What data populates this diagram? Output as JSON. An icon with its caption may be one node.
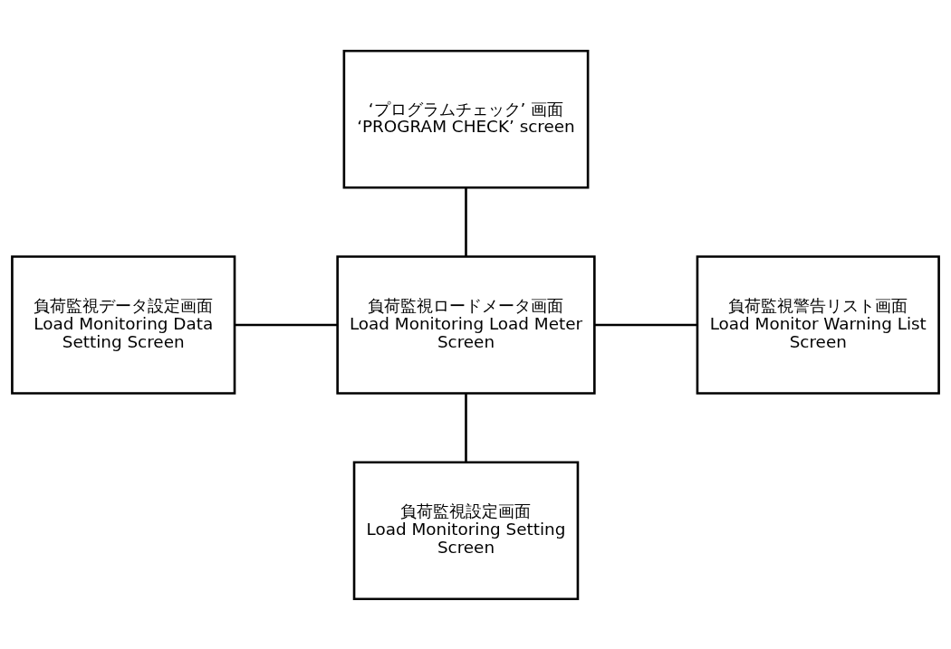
{
  "diagram": {
    "nodes": [
      {
        "text": [
          "‘プログラムチェック’ 画面",
          "‘PROGRAM CHECK’ screen"
        ]
      },
      {
        "text": [
          "負荷監視データ設定画面",
          "Load Monitoring Data Setting Screen"
        ]
      },
      {
        "text": [
          "負荷監視ロードメータ画面",
          "Load Monitoring Load Meter Screen"
        ]
      },
      {
        "text": [
          "負荷監視警告リスト画面",
          "Load Monitor Warning List Screen"
        ]
      },
      {
        "text": [
          "負荷監視設定画面",
          "Load Monitoring Setting Screen"
        ]
      }
    ],
    "edges": [
      {
        "from": 0,
        "to": 2,
        "arrow": "none"
      },
      {
        "from": 1,
        "to": 2,
        "arrow": "none"
      },
      {
        "from": 2,
        "to": 3,
        "arrow": "none"
      },
      {
        "from": 2,
        "to": 4,
        "arrow": "none"
      }
    ]
  }
}
